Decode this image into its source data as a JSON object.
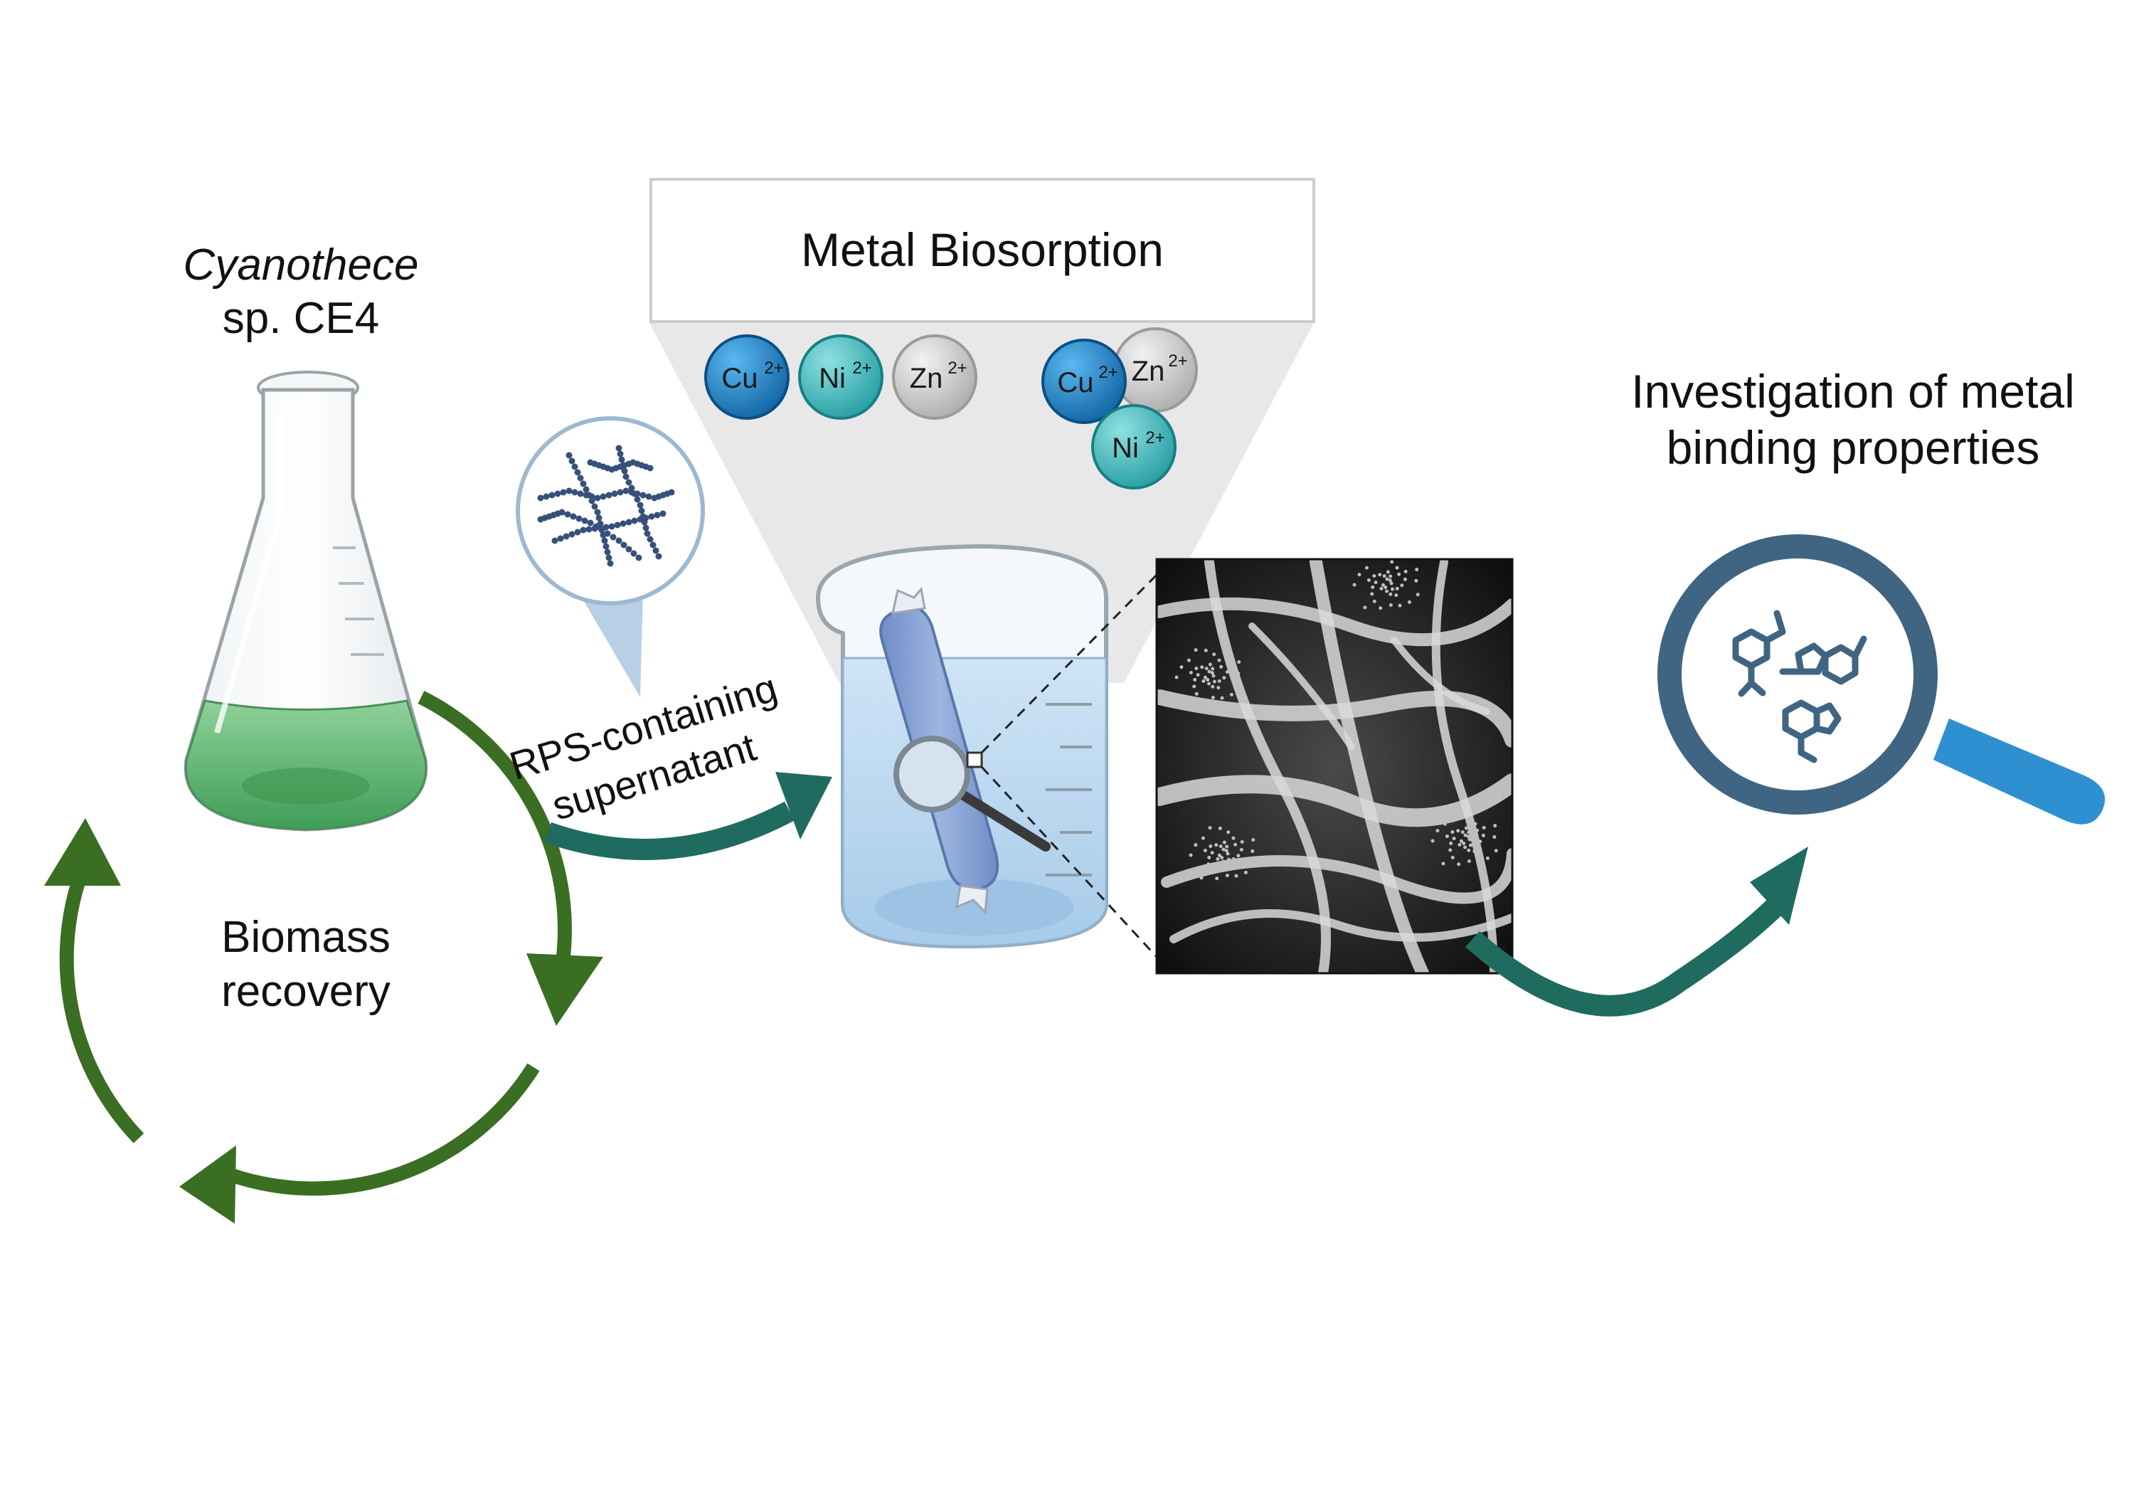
{
  "organism": {
    "genus": "Cyanothece",
    "strain": "sp. CE4"
  },
  "cycle_label": {
    "line1": "Biomass",
    "line2": "recovery"
  },
  "transfer_label": {
    "line1": "RPS-containing",
    "line2": "supernatant"
  },
  "biosorption": {
    "title": "Metal Biosorption",
    "ions_separate": [
      {
        "symbol": "Cu",
        "charge": "2+",
        "color": "#1a7fc4"
      },
      {
        "symbol": "Ni",
        "charge": "2+",
        "color": "#2fb3b8"
      },
      {
        "symbol": "Zn",
        "charge": "2+",
        "color": "#cfcfcf"
      }
    ],
    "ions_mixed": [
      {
        "symbol": "Cu",
        "charge": "2+",
        "color": "#1a7fc4"
      },
      {
        "symbol": "Zn",
        "charge": "2+",
        "color": "#cfcfcf"
      },
      {
        "symbol": "Ni",
        "charge": "2+",
        "color": "#2fb3b8"
      }
    ]
  },
  "investigation": {
    "line1": "Investigation of metal",
    "line2": "binding properties"
  },
  "icons": [
    "erlenmeyer-flask-icon",
    "polymer-chain-icon",
    "beaker-icon",
    "dialysis-bag-icon",
    "magnifier-icon",
    "molecule-icon",
    "cycle-arrows-icon",
    "micrograph-image"
  ],
  "colors": {
    "cycle_green": "#3a6e22",
    "flow_teal": "#1f6b60",
    "flask_liquid": "#5cb870",
    "magnifier_ring": "#3f6582",
    "magnifier_handle": "#2e90d1",
    "molecule": "#3f6582"
  }
}
